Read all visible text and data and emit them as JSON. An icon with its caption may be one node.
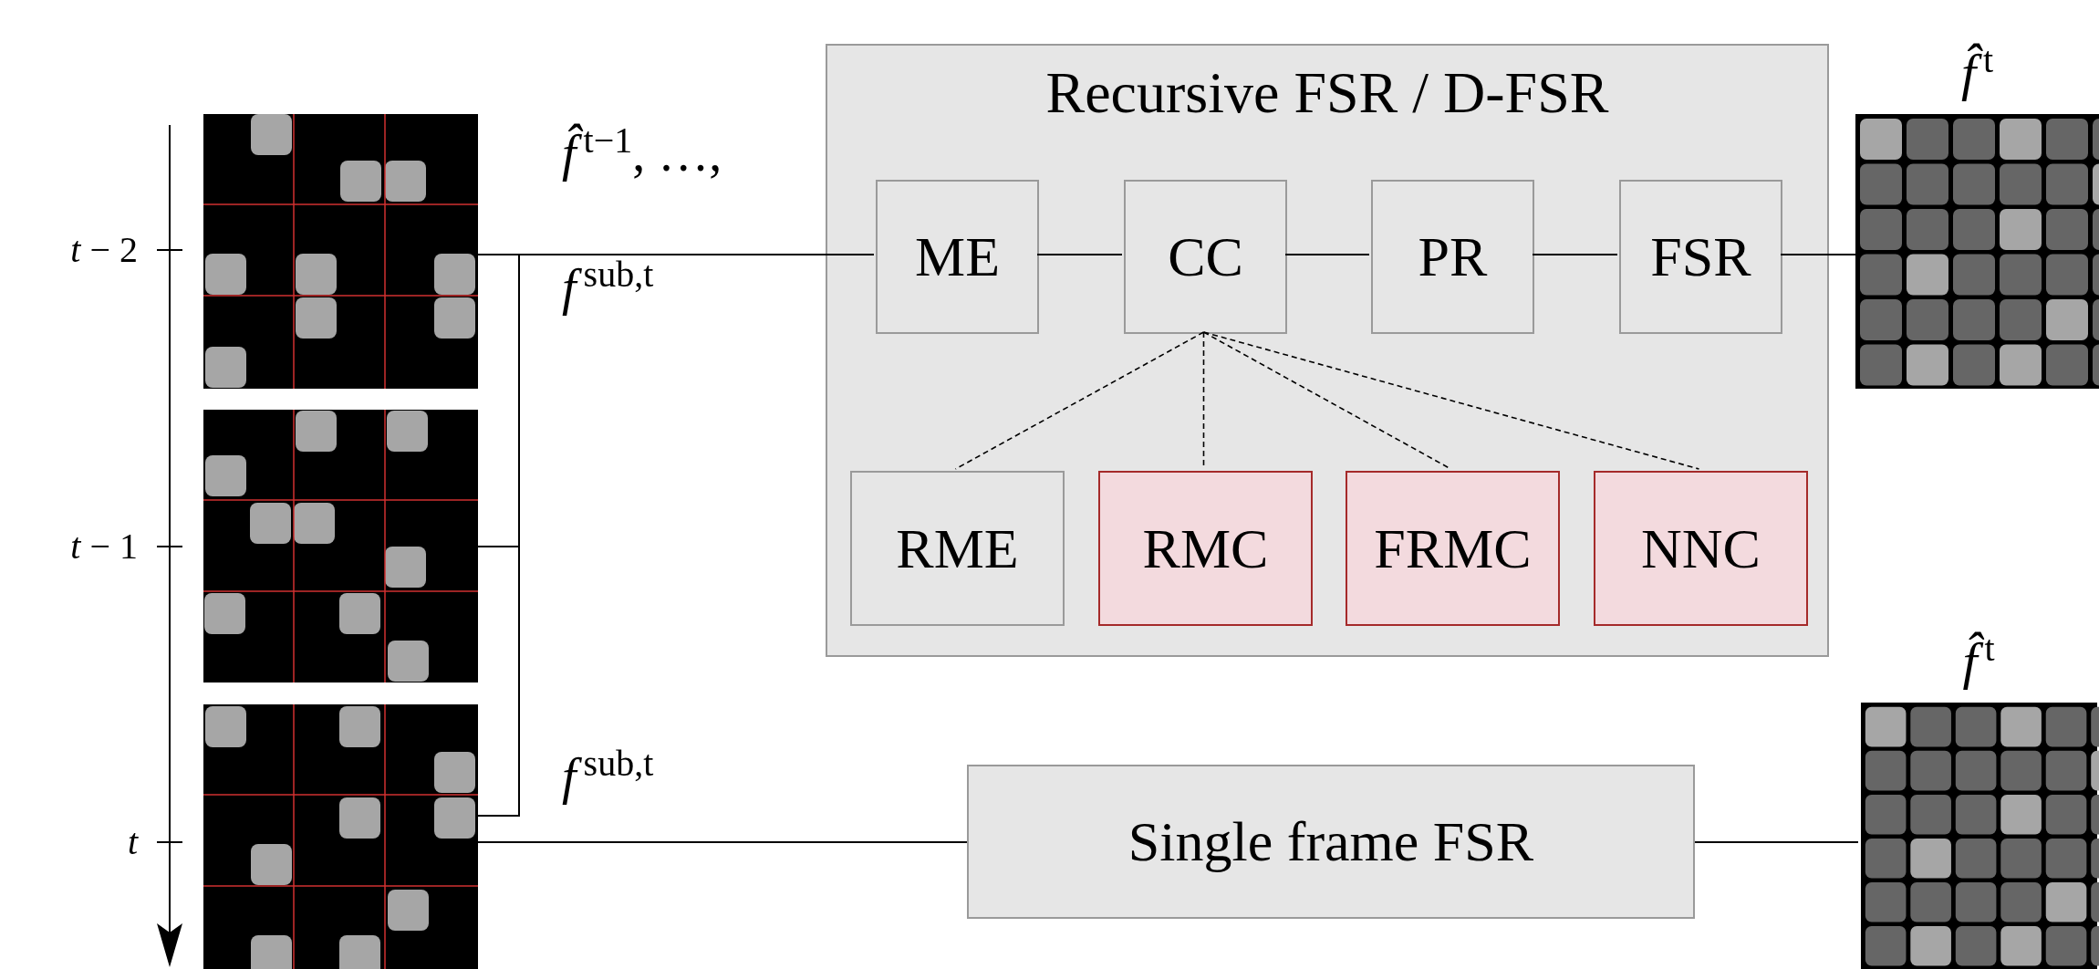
{
  "diagram": {
    "nodes": [
      {
        "text": [],
        "shape": "picture"
      },
      {
        "text": [],
        "shape": "picture"
      },
      {
        "text": [],
        "shape": "picture"
      },
      {
        "text": [
          "Recursive FSR / D-FSR"
        ]
      },
      {
        "text": [
          "ME"
        ],
        "in": 3
      },
      {
        "text": [
          "CC"
        ],
        "in": 3
      },
      {
        "text": [
          "PR"
        ],
        "in": 3
      },
      {
        "text": [
          "FSR"
        ],
        "in": 3
      },
      {
        "text": [
          "RME"
        ],
        "in": 3
      },
      {
        "text": [
          "RMC"
        ],
        "in": 3
      },
      {
        "text": [
          "FRMC"
        ],
        "in": 3
      },
      {
        "text": [
          "NNC"
        ],
        "in": 3
      },
      {
        "text": [
          "*f̂*$^{t}$"
        ]
      },
      {
        "text": [
          "Single frame FSR"
        ]
      },
      {
        "text": [
          "*f̂*$^{t}$"
        ]
      }
    ],
    "edges": [
      {
        "from": 0,
        "to": 4,
        "arrow": "none",
        "label": "*f̂*$^{t−1}$, …,"
      },
      {
        "from": 1,
        "to": 4,
        "arrow": "none"
      },
      {
        "from": 2,
        "to": 4,
        "arrow": "none",
        "label": "*f*$^{sub,t}$"
      },
      {
        "from": 4,
        "to": 5,
        "arrow": "none"
      },
      {
        "from": 5,
        "to": 6,
        "arrow": "none"
      },
      {
        "from": 6,
        "to": 7,
        "arrow": "none"
      },
      {
        "from": 7,
        "to": 12,
        "arrow": "none"
      },
      {
        "from": 5,
        "to": 8,
        "arrow": "none",
        "style": "dashed"
      },
      {
        "from": 5,
        "to": 9,
        "arrow": "none",
        "style": "dashed"
      },
      {
        "from": 5,
        "to": 10,
        "arrow": "none",
        "style": "dashed"
      },
      {
        "from": 5,
        "to": 11,
        "arrow": "none",
        "style": "dashed"
      },
      {
        "from": 2,
        "to": 13,
        "arrow": "none",
        "label": "*f*$^{sub,t}$"
      },
      {
        "from": 13,
        "to": 14,
        "arrow": "none"
      }
    ],
    "labels": [
      "*t* − 2",
      "*t* − 1",
      "*t*"
    ]
  }
}
